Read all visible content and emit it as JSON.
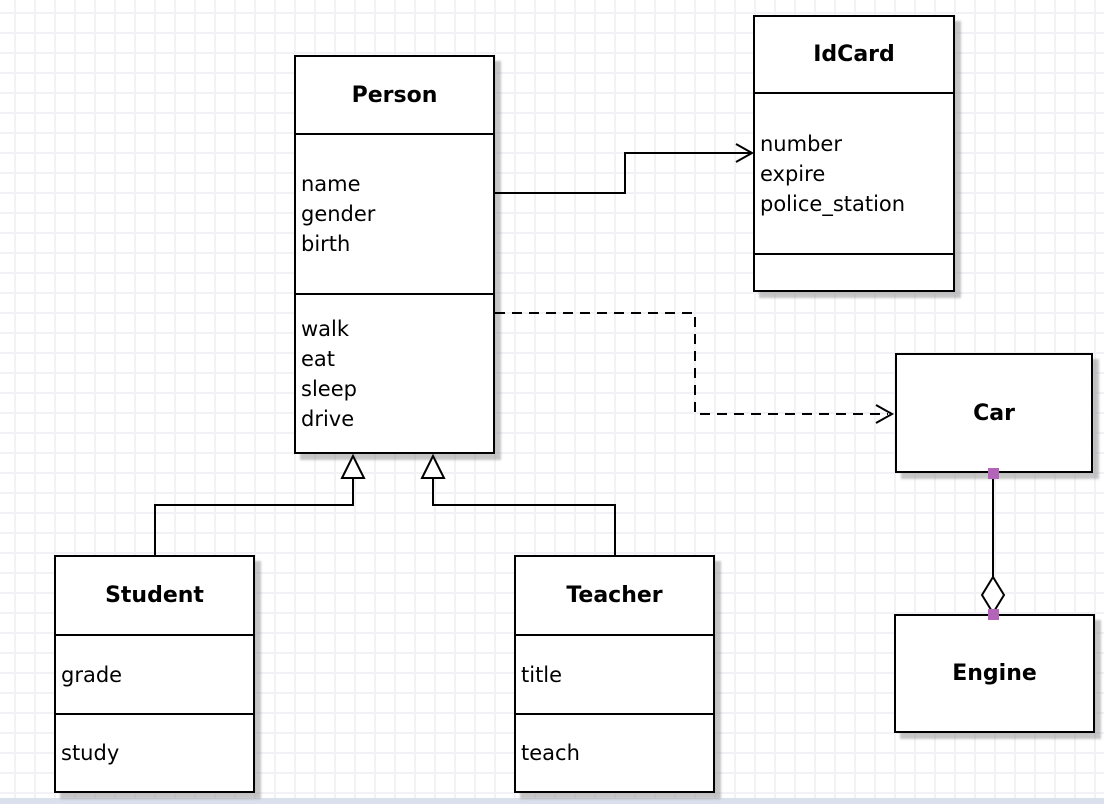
{
  "diagram": {
    "kind": "uml-class-diagram",
    "classes": [
      {
        "name": "Person",
        "attributes": [
          "name",
          "gender",
          "birth"
        ],
        "methods": [
          "walk",
          "eat",
          "sleep",
          "drive"
        ]
      },
      {
        "name": "IdCard",
        "attributes": [
          "number",
          "expire",
          "police_station"
        ],
        "methods": []
      },
      {
        "name": "Car",
        "attributes": [],
        "methods": []
      },
      {
        "name": "Engine",
        "attributes": [],
        "methods": []
      },
      {
        "name": "Student",
        "attributes": [
          "grade"
        ],
        "methods": [
          "study"
        ]
      },
      {
        "name": "Teacher",
        "attributes": [
          "title"
        ],
        "methods": [
          "teach"
        ]
      }
    ],
    "relationships": [
      {
        "from": "Person",
        "to": "IdCard",
        "type": "association",
        "line": "solid",
        "end": "open-arrow"
      },
      {
        "from": "Person",
        "to": "Car",
        "type": "dependency",
        "line": "dashed",
        "end": "open-arrow"
      },
      {
        "from": "Student",
        "to": "Person",
        "type": "generalization",
        "line": "solid",
        "end": "hollow-triangle"
      },
      {
        "from": "Teacher",
        "to": "Person",
        "type": "generalization",
        "line": "solid",
        "end": "hollow-triangle"
      },
      {
        "from": "Car",
        "to": "Engine",
        "type": "aggregation",
        "line": "solid",
        "end": "hollow-diamond"
      }
    ],
    "colors": {
      "box_fill": "#ffffff",
      "box_border": "#000000",
      "line": "#000000",
      "grid_line": "#f2f2f6",
      "shadow": "#969696",
      "connection_handle": "#b464b8",
      "bottom_strip": "#dbe1ec"
    }
  }
}
